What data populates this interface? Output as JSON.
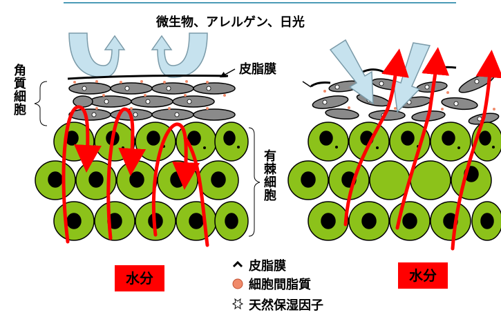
{
  "top_label": "微生物、アレルゲン、日光",
  "sebum_label": "皮脂膜",
  "horny_label": "角質細胞",
  "spinous_label": "有棘細胞",
  "water_left": "水分",
  "water_right": "水分",
  "legend": {
    "sebum": "皮脂膜",
    "lipid": "細胞間脂質",
    "nmf": "天然保湿因子"
  },
  "colors": {
    "cell_fill": "#8cc21a",
    "nucleus": "#000000",
    "horny_cell": "#8a8a8a",
    "arrow_red": "#ff0000",
    "arrow_blue": "#c6e2ee",
    "lipid": "#f08a6a",
    "header_line": "#4a9ab6"
  }
}
